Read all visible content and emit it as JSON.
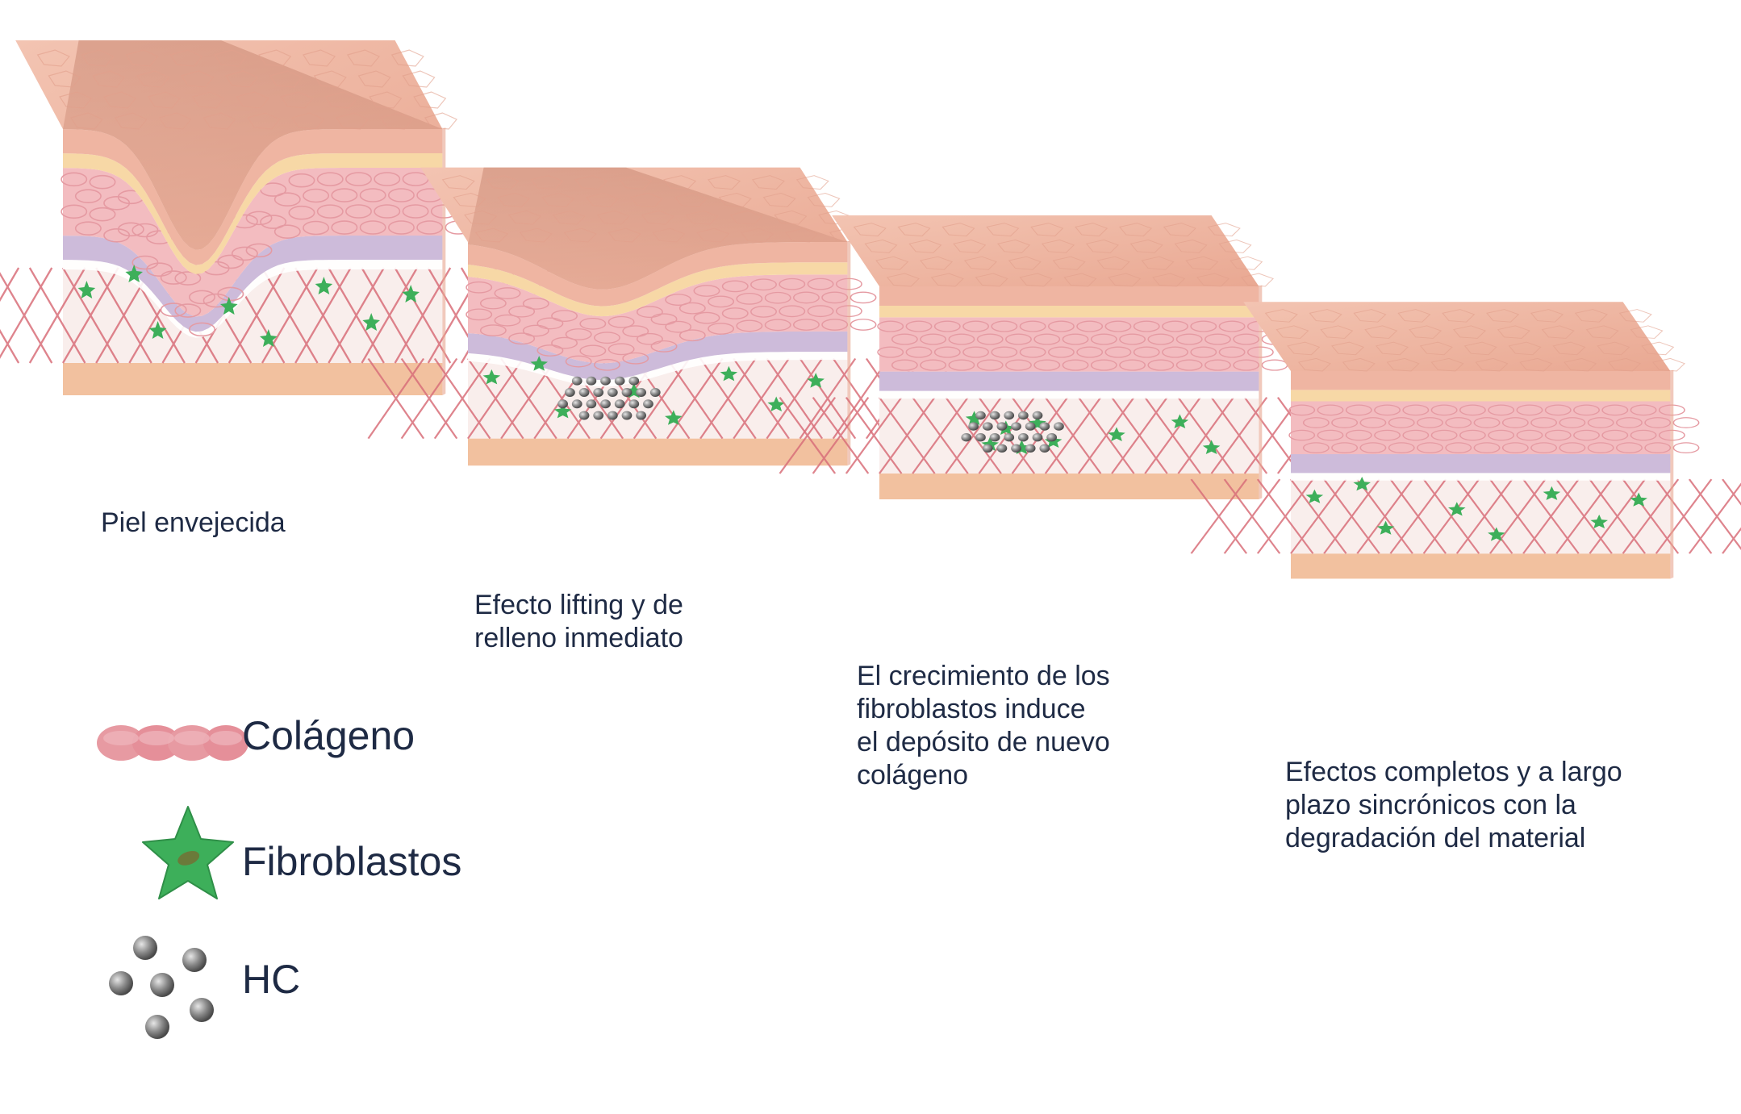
{
  "stages": [
    {
      "caption": "Piel envejecida",
      "wrinkle": "deep",
      "hc": false,
      "fibroblasts": "scattered"
    },
    {
      "caption": "Efecto lifting y de\nrelleno inmediato",
      "wrinkle": "medium",
      "hc": true,
      "fibroblasts": "scattered"
    },
    {
      "caption": "El crecimiento de los\nfibroblastos induce\nel depósito de nuevo\ncolágeno",
      "wrinkle": "none",
      "hc": true,
      "fibroblasts": "clustered"
    },
    {
      "caption": "Efectos completos y a largo\nplazo sincrónicos con la\ndegradación del material",
      "wrinkle": "none",
      "hc": false,
      "fibroblasts": "scattered"
    }
  ],
  "legend": [
    {
      "label": "Colágeno",
      "icon": "collagen-icon"
    },
    {
      "label": "Fibroblastos",
      "icon": "fibroblast-star-icon"
    },
    {
      "label": "HC",
      "icon": "hc-particles-icon"
    }
  ],
  "colors": {
    "epidermis_top": "#eeb3a0",
    "epidermis_side": "#efb5a2",
    "stratum": "#f7d8a6",
    "collagen_layer": "#f3bcc0",
    "basal": "#cdbbda",
    "dermis": "#f9eeec",
    "collagen_fiber": "#d96f7a",
    "base": "#f2c19f",
    "fibroblast": "#3daf5a",
    "hc_particle": "#7d7d7d",
    "text": "#1e2a44"
  }
}
